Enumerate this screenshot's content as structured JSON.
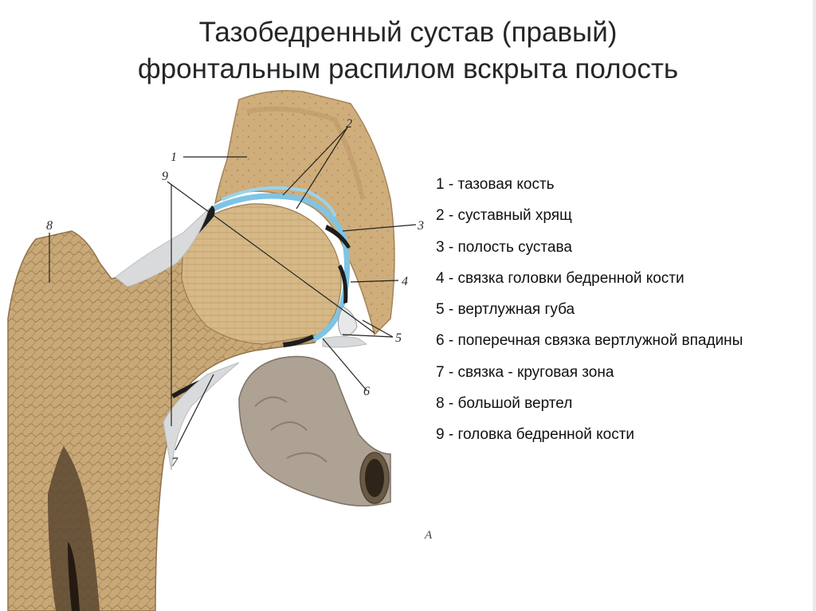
{
  "title": {
    "line1": "Тазобедренный сустав (правый)",
    "line2": "фронтальным распилом вскрыта полость"
  },
  "legend": [
    "1 - тазовая кость",
    "2 - суставный хрящ",
    "3 - полость сустава",
    "4 - связка головки бедренной кости",
    "5 - вертлужная губа",
    "6 - поперечная связка вертлужной впадины",
    "7 - связка - круговая зона",
    "8 - большой вертел",
    "9 - головка бедренной кости"
  ],
  "callouts": [
    "1",
    "2",
    "3",
    "4",
    "5",
    "6",
    "7",
    "8",
    "9"
  ],
  "corner_mark": "A",
  "colors": {
    "bone": "#c8a774",
    "bone_dark": "#a4845a",
    "spongy": "#8a6d45",
    "cartilage": "#7fc4e4",
    "capsule": "#d8dadc",
    "cavity": "#1d1d1d",
    "ligament": "#aea294",
    "text": "#262626"
  }
}
